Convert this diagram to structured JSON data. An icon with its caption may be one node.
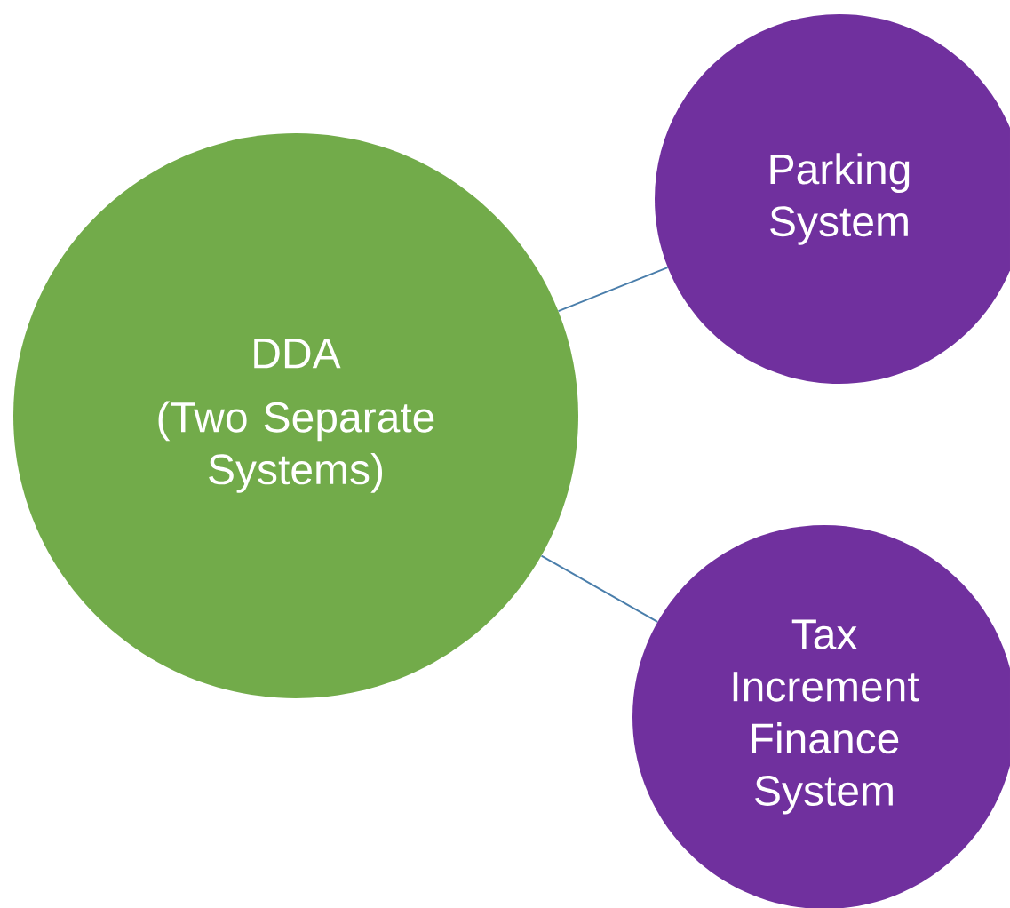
{
  "diagram": {
    "nodes": [
      {
        "text": [
          "DDA",
          "(Two Separate Systems)"
        ]
      },
      {
        "text": [
          "Parking System"
        ]
      },
      {
        "text": [
          "Tax Increment Finance System"
        ]
      }
    ],
    "edges": [
      {
        "from": 0,
        "to": 1,
        "arrow": "none"
      },
      {
        "from": 0,
        "to": 2,
        "arrow": "none"
      }
    ]
  }
}
